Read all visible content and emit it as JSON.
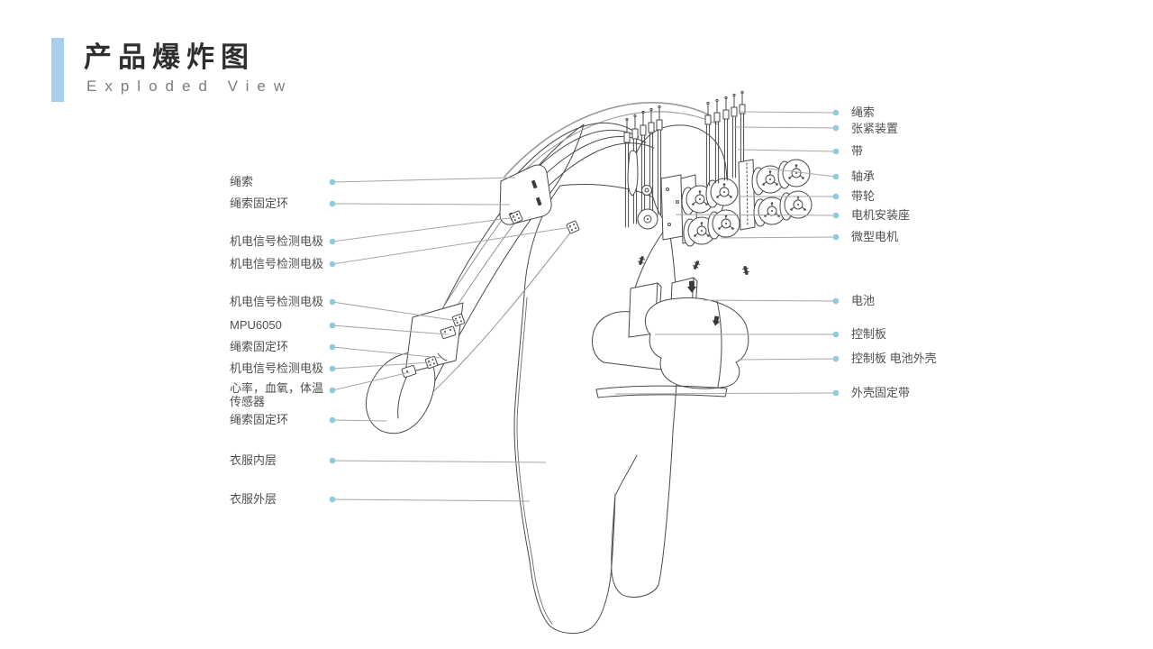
{
  "slide": {
    "title_zh": "产品爆炸图",
    "title_en": "Exploded View"
  },
  "labels": {
    "left": [
      "绳索",
      "绳索固定环",
      "机电信号检测电极",
      "机电信号检测电极",
      "机电信号检测电极",
      "MPU6050",
      "绳索固定环",
      "机电信号检测电极",
      "心率，血氧，体温",
      "传感器",
      "绳索固定环",
      "衣服内层",
      "衣服外层"
    ],
    "right": [
      "绳索",
      "张紧装置",
      "带",
      "轴承",
      "带轮",
      "电机安装座",
      "微型电机",
      "电池",
      "控制板",
      "控制板 电池外壳",
      "外壳固定带"
    ]
  },
  "colors": {
    "accent_bar": "#aacdec",
    "leader_line": "#a6a6a6",
    "leader_dot": "#8dcbdd",
    "drawing_ink": "#4a4a4a",
    "title": "#2f2f2f",
    "subtitle": "#7c7c7c"
  }
}
